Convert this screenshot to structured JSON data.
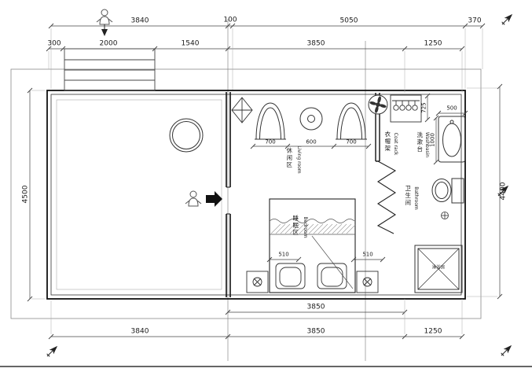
{
  "meta": {
    "drawing_type": "floor-plan",
    "ink_color": "#333333",
    "wall_color": "#111111",
    "paper_color": "#ffffff"
  },
  "dimensions": {
    "top_row1": [
      "3840",
      "100",
      "5050",
      "370"
    ],
    "top_row2": [
      "300",
      "2000",
      "1540",
      "3850",
      "1250"
    ],
    "left_total": "4500",
    "right_total": "4400",
    "bottom_row1": "3850",
    "bottom_row2": [
      "3840",
      "3850",
      "1250"
    ],
    "living_row": [
      "700",
      "600",
      "700"
    ],
    "bedroom_row": [
      "510",
      "510"
    ],
    "washbasin_width": "500",
    "washbasin_depth": "1000",
    "coat_rack_depth": "725"
  },
  "labels": {
    "living": {
      "cn": "休闲区",
      "en": "Living room"
    },
    "bedroom": {
      "cn": "睡眠区",
      "en": "Bedroom"
    },
    "coat_rack": {
      "cn": "衣帽架",
      "en": "Coat rack"
    },
    "washbasin": {
      "cn": "洗漱台",
      "en": "Washbasin"
    },
    "bathroom": {
      "cn": "卫生间",
      "en": "Bathroom"
    },
    "shower": {
      "cn": "淋浴房"
    }
  }
}
